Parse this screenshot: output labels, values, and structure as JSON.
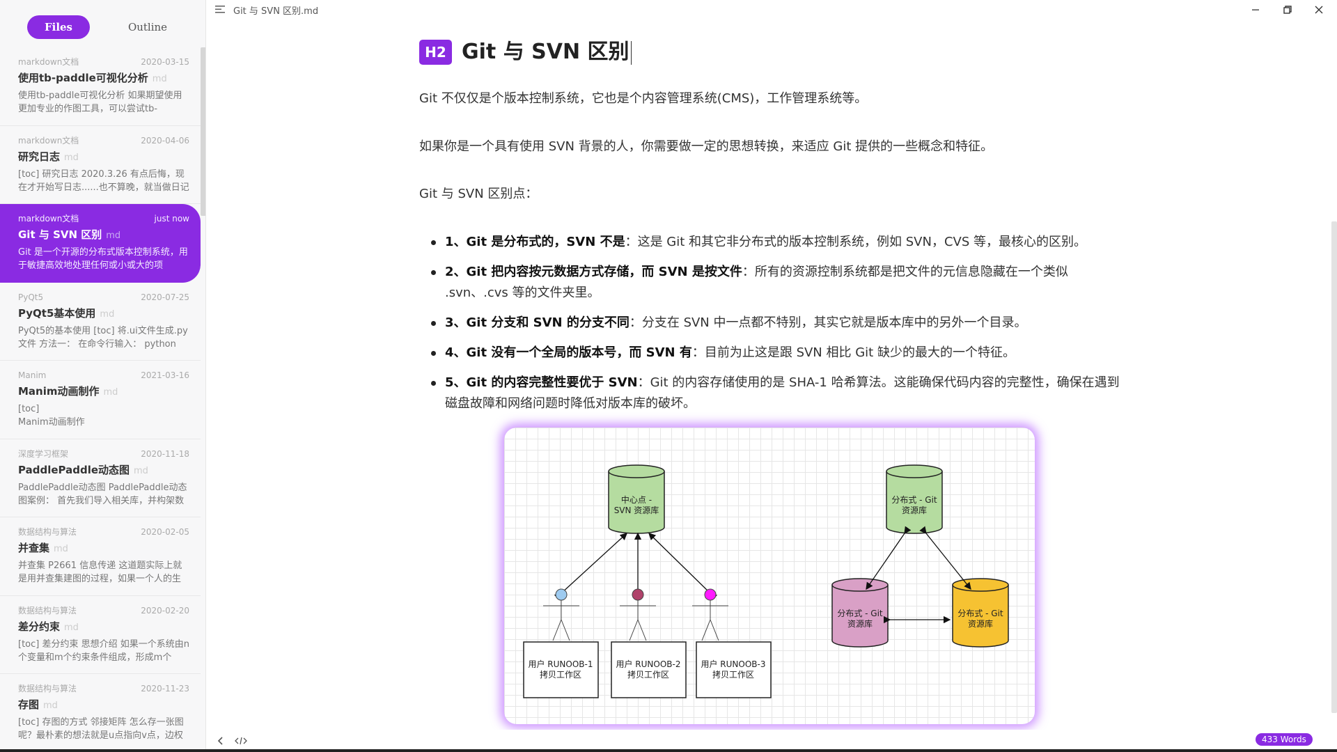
{
  "sidebar": {
    "tabs": {
      "files": "Files",
      "outline": "Outline"
    },
    "files": [
      {
        "category": "markdown文档",
        "date": "2020-03-15",
        "title": "使用tb-paddle可视化分析",
        "ext": "md",
        "excerpt": "使用tb-paddle可视化分析 如果期望使用更加专业的作图工具，可以尝试tb-"
      },
      {
        "category": "markdown文档",
        "date": "2020-04-06",
        "title": "研究日志",
        "ext": "md",
        "excerpt": "[toc] 研究日志 2020.3.26 有点后悔，现在才开始写日志......也不算晚，就当做日记"
      },
      {
        "category": "markdown文档",
        "date": "just now",
        "title": "Git 与 SVN 区别",
        "ext": "md",
        "excerpt": "Git 是一个开源的分布式版本控制系统，用于敏捷高效地处理任何或小或大的项"
      },
      {
        "category": "PyQt5",
        "date": "2020-07-25",
        "title": "PyQt5基本使用",
        "ext": "md",
        "excerpt": "PyQt5的基本使用 [toc] 将.ui文件生成.py文件 方法一： 在命令行输入： python"
      },
      {
        "category": "Manim",
        "date": "2021-03-16",
        "title": "Manim动画制作",
        "ext": "md",
        "excerpt": "[toc]\nManim动画制作"
      },
      {
        "category": "深度学习框架",
        "date": "2020-11-18",
        "title": "PaddlePaddle动态图",
        "ext": "md",
        "excerpt": "PaddlePaddle动态图 PaddlePaddle动态图案例： 首先我们导入相关库，并构架数"
      },
      {
        "category": "数据结构与算法",
        "date": "2020-02-05",
        "title": "并查集",
        "ext": "md",
        "excerpt": "并查集 P2661 信息传递 这道题实际上就是用并查集建图的过程，如果一个人的生"
      },
      {
        "category": "数据结构与算法",
        "date": "2020-02-20",
        "title": "差分约束",
        "ext": "md",
        "excerpt": "[toc] 差分约束 思想介绍 如果一个系统由n个变量和m个约束条件组成，形成m个"
      },
      {
        "category": "数据结构与算法",
        "date": "2020-11-23",
        "title": "存图",
        "ext": "md",
        "excerpt": "[toc] 存图的方式 邻接矩阵 怎么存一张图呢？最朴素的想法就是u点指向v点，边权"
      }
    ]
  },
  "topbar": {
    "doc_title": "Git 与 SVN 区别.md"
  },
  "doc": {
    "heading_badge": "H2",
    "heading": "Git 与 SVN 区别",
    "p1": "Git 不仅仅是个版本控制系统，它也是个内容管理系统(CMS)，工作管理系统等。",
    "p2": "如果你是一个具有使用 SVN 背景的人，你需要做一定的思想转换，来适应 Git 提供的一些概念和特征。",
    "p3": "Git 与 SVN 区别点：",
    "bullets": [
      {
        "bold": "1、Git 是分布式的，SVN 不是",
        "text": "：这是 Git 和其它非分布式的版本控制系统，例如 SVN，CVS 等，最核心的区别。"
      },
      {
        "bold": "2、Git 把内容按元数据方式存储，而 SVN 是按文件",
        "text": "：所有的资源控制系统都是把文件的元信息隐藏在一个类似 .svn、.cvs 等的文件夹里。"
      },
      {
        "bold": "3、Git 分支和 SVN 的分支不同",
        "text": "：分支在 SVN 中一点都不特别，其实它就是版本库中的另外一个目录。"
      },
      {
        "bold": "4、Git 没有一个全局的版本号，而 SVN 有",
        "text": "：目前为止这是跟 SVN 相比 Git 缺少的最大的一个特征。"
      },
      {
        "bold": "5、Git 的内容完整性要优于 SVN",
        "text": "：Git 的内容存储使用的是 SHA-1 哈希算法。这能确保代码内容的完整性，确保在遇到磁盘故障和网络问题时降低对版本库的破坏。"
      }
    ]
  },
  "diagram": {
    "central_repo": [
      "中心点 -",
      "SVN 资源库"
    ],
    "users": [
      {
        "line1": "用户 RUNOOB-1",
        "line2": "拷贝工作区",
        "color": "#9ecbf0"
      },
      {
        "line1": "用户 RUNOOB-2",
        "line2": "拷贝工作区",
        "color": "#b0426a"
      },
      {
        "line1": "用户 RUNOOB-3",
        "line2": "拷贝工作区",
        "color": "#ff1aff"
      }
    ],
    "dist_top": [
      "分布式 - Git",
      "资源库"
    ],
    "dist_left": [
      "分布式 - Git",
      "资源库"
    ],
    "dist_right": [
      "分布式 - Git",
      "资源库"
    ],
    "colors": {
      "green": "#b5dca0",
      "pink": "#d9a0c6",
      "yellow": "#f6c232"
    }
  },
  "status": {
    "word_count": "433 Words"
  },
  "colors": {
    "accent": "#8a2be2"
  }
}
